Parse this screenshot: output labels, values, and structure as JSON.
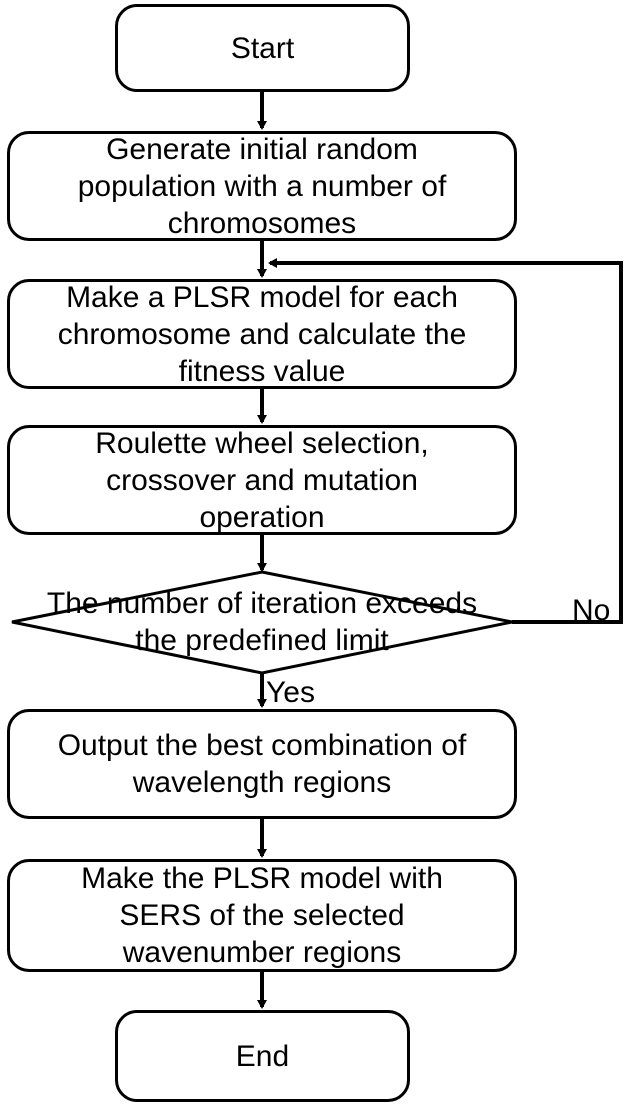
{
  "flowchart": {
    "start": "Start",
    "step1": "Generate initial random\npopulation with a number of\nchromosomes",
    "step2": "Make a PLSR model for each\nchromosome and calculate the\nfitness value",
    "step3": "Roulette wheel selection,\ncrossover and mutation\noperation",
    "decision": "The number of iteration exceeds\nthe predefined limit",
    "no_label": "No",
    "yes_label": "Yes",
    "step4": "Output the best combination of\nwavelength regions",
    "step5": "Make the PLSR model with\nSERS of the selected\nwavenumber regions",
    "end": "End"
  }
}
